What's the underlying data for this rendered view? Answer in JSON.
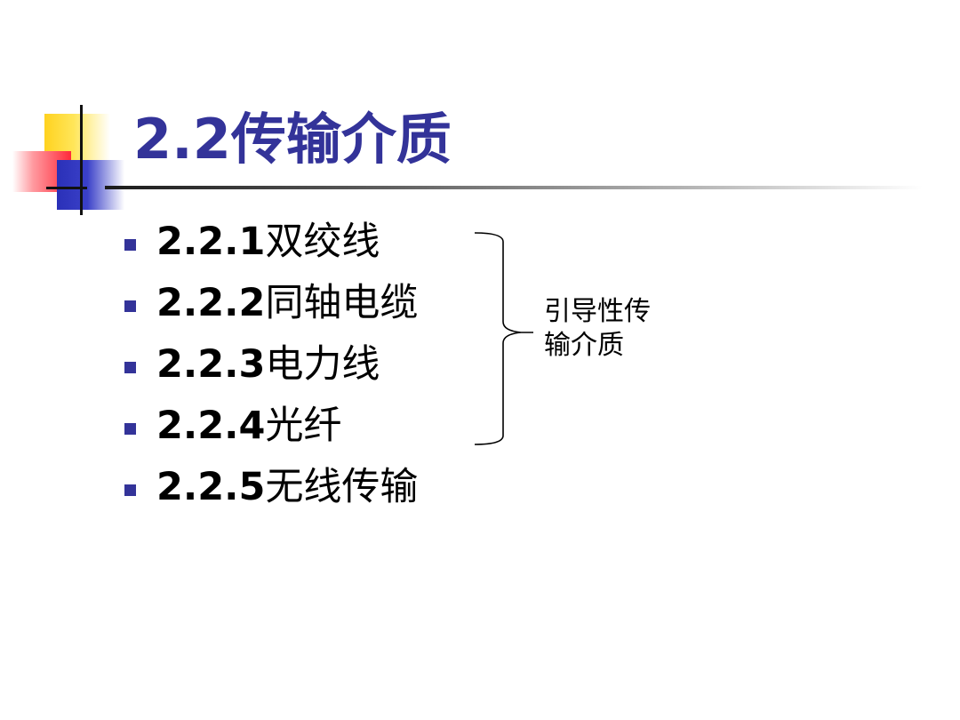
{
  "slide": {
    "title": "2.2传输介质",
    "items": [
      {
        "number": "2.2.1",
        "label": "双绞线"
      },
      {
        "number": "2.2.2",
        "label": "同轴电缆"
      },
      {
        "number": "2.2.3",
        "label": "电力线"
      },
      {
        "number": "2.2.4",
        "label": "光纤"
      },
      {
        "number": "2.2.5",
        "label": "无线传输"
      }
    ],
    "side_note": {
      "line1": "引导性传",
      "line2": "输介质"
    }
  },
  "colors": {
    "title": "#333399",
    "bullet": "#333399",
    "text": "#000000"
  }
}
